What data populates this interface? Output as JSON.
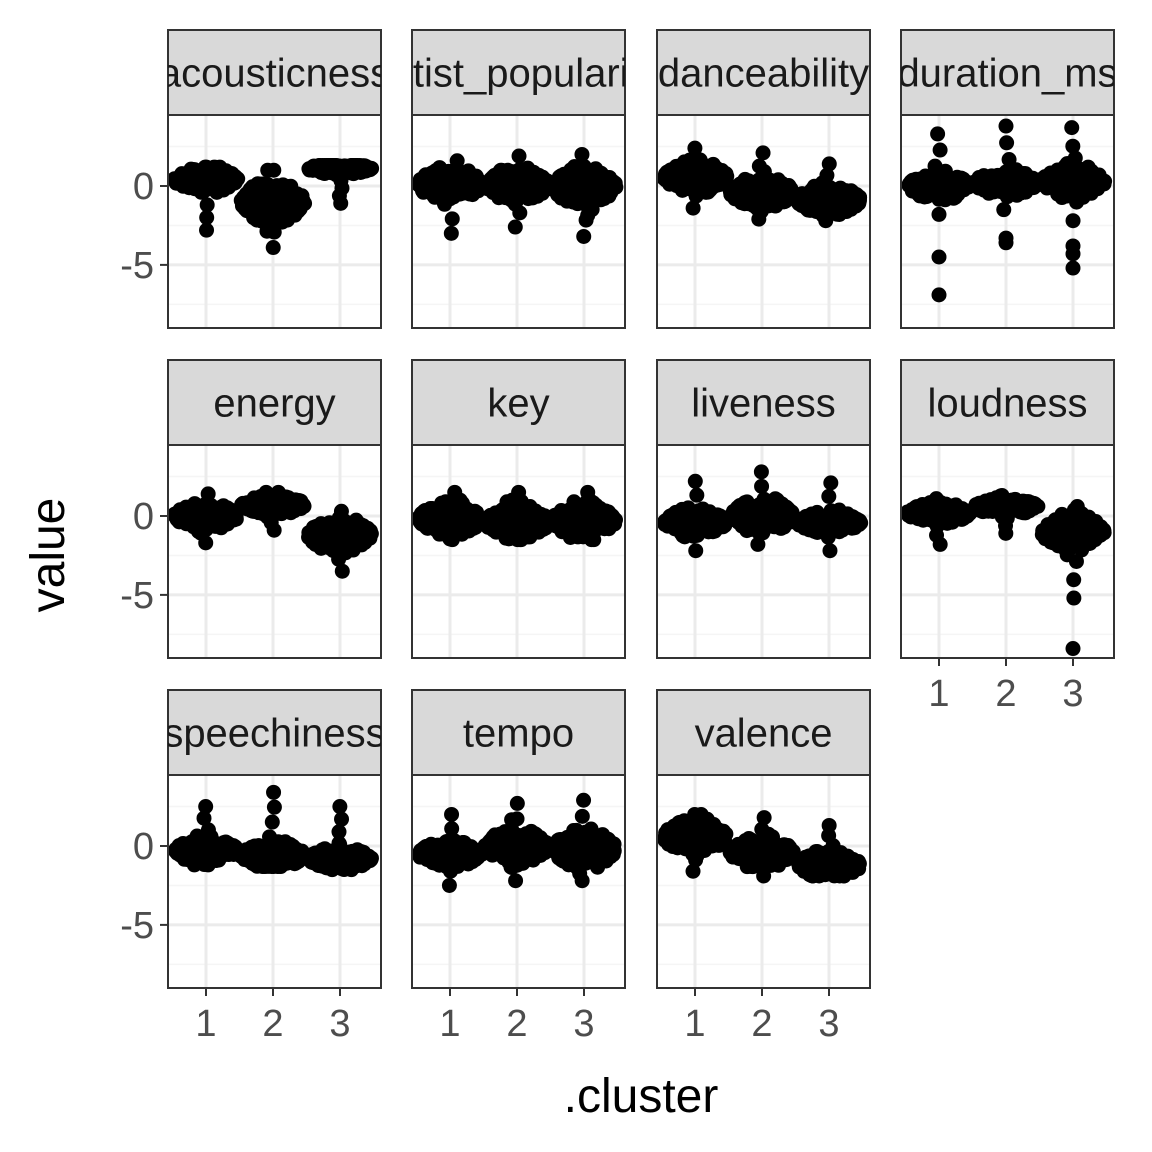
{
  "chart_data": {
    "type": "scatter",
    "subtype": "faceted beeswarm",
    "xlabel": ".cluster",
    "ylabel": "value",
    "x_categories": [
      "1",
      "2",
      "3"
    ],
    "y_ticks": [
      0,
      -5
    ],
    "y_tick_labels": [
      "0",
      "-5"
    ],
    "ylim": [
      -9,
      4.5
    ],
    "grid": true,
    "legend": "none",
    "colors": {
      "points": "#000000",
      "strip_fill": "#d9d9d9",
      "strip_border": "#333333",
      "panel_border": "#333333",
      "grid_major": "#ebebeb",
      "grid_minor": "#f5f5f5",
      "background": "#ffffff"
    },
    "facets": [
      {
        "label": "acousticness",
        "display_label": "acousticness",
        "clusters": [
          {
            "cluster": "1",
            "center": 0.4,
            "spread": 0.6,
            "min": -2.8,
            "max": 1.2
          },
          {
            "cluster": "2",
            "center": -1.0,
            "spread": 1.0,
            "min": -3.9,
            "max": 1.0
          },
          {
            "cluster": "3",
            "center": 1.1,
            "spread": 0.25,
            "min": -1.1,
            "max": 1.3
          }
        ]
      },
      {
        "label": "artist_popularity",
        "display_label": "artist_popularity",
        "clusters": [
          {
            "cluster": "1",
            "center": 0.1,
            "spread": 0.8,
            "min": -3.0,
            "max": 1.6
          },
          {
            "cluster": "2",
            "center": 0.1,
            "spread": 0.8,
            "min": -2.6,
            "max": 1.9
          },
          {
            "cluster": "3",
            "center": 0.0,
            "spread": 0.9,
            "min": -3.2,
            "max": 2.0
          }
        ]
      },
      {
        "label": "danceability",
        "display_label": "danceability",
        "clusters": [
          {
            "cluster": "1",
            "center": 0.6,
            "spread": 0.7,
            "min": -1.4,
            "max": 2.4
          },
          {
            "cluster": "2",
            "center": -0.4,
            "spread": 0.7,
            "min": -2.1,
            "max": 2.1
          },
          {
            "cluster": "3",
            "center": -0.9,
            "spread": 0.7,
            "min": -2.2,
            "max": 1.4
          }
        ]
      },
      {
        "label": "duration_ms",
        "display_label": "duration_ms",
        "clusters": [
          {
            "cluster": "1",
            "center": 0.0,
            "spread": 0.6,
            "min": -1.8,
            "max": 3.3,
            "outliers": [
              -4.5,
              -6.9
            ]
          },
          {
            "cluster": "2",
            "center": 0.2,
            "spread": 0.6,
            "min": -1.5,
            "max": 3.8,
            "outliers": [
              -3.3,
              -3.6
            ]
          },
          {
            "cluster": "3",
            "center": 0.3,
            "spread": 0.7,
            "min": -2.2,
            "max": 3.7,
            "outliers": [
              -3.8,
              -4.3,
              -5.2
            ]
          }
        ]
      },
      {
        "label": "energy",
        "display_label": "energy",
        "clusters": [
          {
            "cluster": "1",
            "center": 0.0,
            "spread": 0.6,
            "min": -1.7,
            "max": 1.4
          },
          {
            "cluster": "2",
            "center": 0.7,
            "spread": 0.45,
            "min": -0.9,
            "max": 1.5
          },
          {
            "cluster": "3",
            "center": -1.2,
            "spread": 0.8,
            "min": -3.5,
            "max": 0.3
          }
        ]
      },
      {
        "label": "key",
        "display_label": "key",
        "clusters": [
          {
            "cluster": "1",
            "center": -0.2,
            "spread": 0.8,
            "min": -1.5,
            "max": 1.5
          },
          {
            "cluster": "2",
            "center": -0.4,
            "spread": 0.8,
            "min": -1.5,
            "max": 1.5
          },
          {
            "cluster": "3",
            "center": -0.3,
            "spread": 0.8,
            "min": -1.5,
            "max": 1.5
          }
        ]
      },
      {
        "label": "liveness",
        "display_label": "liveness",
        "clusters": [
          {
            "cluster": "1",
            "center": -0.4,
            "spread": 0.6,
            "min": -2.2,
            "max": 2.2
          },
          {
            "cluster": "2",
            "center": 0.0,
            "spread": 0.8,
            "min": -1.8,
            "max": 2.8
          },
          {
            "cluster": "3",
            "center": -0.4,
            "spread": 0.5,
            "min": -2.2,
            "max": 2.1
          }
        ]
      },
      {
        "label": "loudness",
        "display_label": "loudness",
        "clusters": [
          {
            "cluster": "1",
            "center": 0.2,
            "spread": 0.5,
            "min": -1.8,
            "max": 1.1
          },
          {
            "cluster": "2",
            "center": 0.6,
            "spread": 0.4,
            "min": -1.1,
            "max": 1.3
          },
          {
            "cluster": "3",
            "center": -1.0,
            "spread": 0.8,
            "min": -5.2,
            "max": 0.6,
            "outliers": [
              -8.4
            ]
          }
        ]
      },
      {
        "label": "speechiness",
        "display_label": "speechiness",
        "clusters": [
          {
            "cluster": "1",
            "center": -0.3,
            "spread": 0.6,
            "min": -1.2,
            "max": 2.5
          },
          {
            "cluster": "2",
            "center": -0.6,
            "spread": 0.6,
            "min": -1.3,
            "max": 3.4
          },
          {
            "cluster": "3",
            "center": -0.8,
            "spread": 0.5,
            "min": -1.5,
            "max": 2.5
          }
        ]
      },
      {
        "label": "tempo",
        "display_label": "tempo",
        "clusters": [
          {
            "cluster": "1",
            "center": -0.5,
            "spread": 0.6,
            "min": -2.5,
            "max": 2.0
          },
          {
            "cluster": "2",
            "center": 0.0,
            "spread": 0.8,
            "min": -2.2,
            "max": 2.7
          },
          {
            "cluster": "3",
            "center": -0.2,
            "spread": 0.9,
            "min": -2.2,
            "max": 2.9
          }
        ]
      },
      {
        "label": "valence",
        "display_label": "valence",
        "clusters": [
          {
            "cluster": "1",
            "center": 0.6,
            "spread": 0.8,
            "min": -1.6,
            "max": 2.0
          },
          {
            "cluster": "2",
            "center": -0.4,
            "spread": 0.7,
            "min": -1.9,
            "max": 1.8
          },
          {
            "cluster": "3",
            "center": -1.2,
            "spread": 0.6,
            "min": -1.9,
            "max": 1.3
          }
        ]
      }
    ]
  }
}
